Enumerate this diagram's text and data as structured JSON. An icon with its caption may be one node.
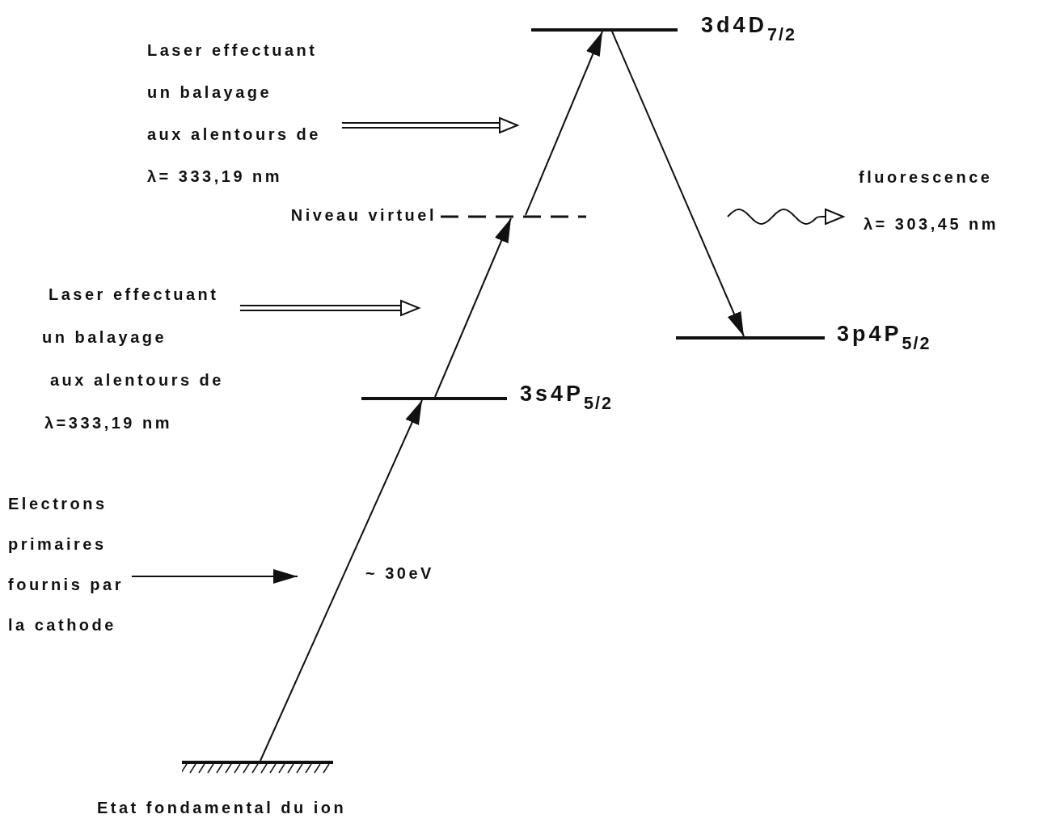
{
  "diagram": {
    "nodes": [
      {
        "text": [
          "Laser effectuant",
          "un balayage",
          "aux alentours de",
          "λ= 333,19 nm"
        ]
      },
      {
        "text": [],
        "shape": "bar",
        "beside": [
          "3d4D$_{7/2}$"
        ]
      },
      {
        "text": [
          "λ= 303,45 nm"
        ]
      },
      {
        "text": [],
        "shape": "bar",
        "beside": [
          "Niveau virtuel"
        ]
      },
      {
        "text": [
          "Laser effectuant",
          "un balayage",
          "aux alentours de",
          "λ=333,19 nm"
        ]
      },
      {
        "text": [],
        "shape": "bar",
        "beside": [
          "3p4P$_{5/2}$"
        ]
      },
      {
        "text": [],
        "shape": "bar",
        "beside": [
          "3s4P$_{5/2}$"
        ]
      },
      {
        "text": [
          "Electrons",
          "primaires",
          "fournis par",
          "la cathode"
        ]
      },
      {
        "text": [],
        "shape": "bar",
        "beside": [
          "Etat fondamental du ion"
        ]
      }
    ],
    "edges": [
      {
        "from": 0,
        "to": null,
        "arrow": "to"
      },
      {
        "from": 4,
        "to": null,
        "arrow": "to"
      },
      {
        "from": 7,
        "to": null,
        "arrow": "to"
      },
      {
        "from": null,
        "to": 2,
        "arrow": "to",
        "label": "fluorescence"
      },
      {
        "from": 8,
        "to": 6,
        "arrow": "to",
        "label": "~ 30eV"
      },
      {
        "from": 6,
        "to": 3,
        "arrow": "to"
      },
      {
        "from": 3,
        "to": 1,
        "arrow": "to"
      },
      {
        "from": 1,
        "to": 5,
        "arrow": "to"
      }
    ]
  }
}
